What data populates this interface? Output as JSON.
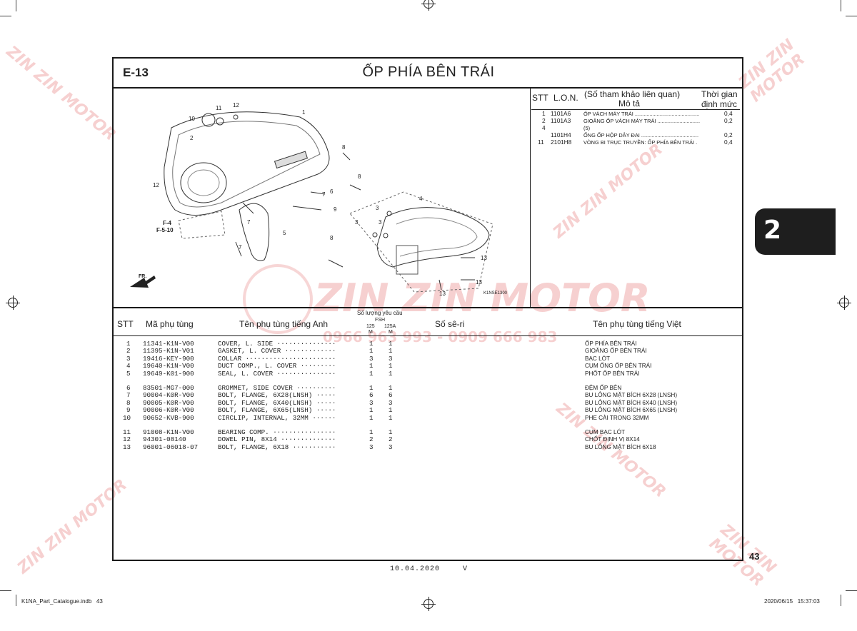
{
  "page": {
    "code": "E-13",
    "title": "ỐP PHÍA BÊN TRÁI",
    "section_tab": "2",
    "page_number": "43",
    "footer_date": "10.04.2020",
    "footer_version": "V",
    "file_left": "K1NA_Part_Catalogue.indb   43",
    "file_right": "2020/06/15   15:37:03"
  },
  "watermark": {
    "brand": "ZIN ZIN MOTOR",
    "phones": "0966 963 993 - 0909 666 983"
  },
  "diagram": {
    "figure_code": "K1NSE1300",
    "front_label": "FR.",
    "ref_f4": "F-4",
    "ref_f510": "F-5-10",
    "callouts": [
      "1",
      "2",
      "3",
      "3",
      "3",
      "4",
      "5",
      "6",
      "7",
      "7",
      "7",
      "8",
      "8",
      "8",
      "9",
      "10",
      "11",
      "12",
      "12",
      "13",
      "13",
      "13"
    ]
  },
  "lon_table": {
    "headers": {
      "stt": "STT",
      "lon": "L.O.N.",
      "desc_top": "(Số tham khảo liên quan)",
      "desc_bottom": "Mô tả",
      "time_top": "Thời gian",
      "time_bottom": "định mức"
    },
    "rows": [
      {
        "stt": "1",
        "lon": "1101A6",
        "desc": "ỐP VÁCH MÁY TRÁI ............................................",
        "time": "0,4"
      },
      {
        "stt": "2",
        "lon": "1101A3",
        "desc": "GIOĂNG ỐP VÁCH MÁY TRÁI .............................",
        "time": "0,2"
      },
      {
        "stt": "4",
        "lon": "",
        "desc": "(5)",
        "time": ""
      },
      {
        "stt": "",
        "lon": "1101H4",
        "desc": "ỐNG ỐP HỘP DÂY ĐAI .......................................",
        "time": "0,2"
      },
      {
        "stt": "11",
        "lon": "2101H8",
        "desc": "VÒNG BI TRỤC TRUYỀN: ỐP PHÍA BÊN TRÁI .",
        "time": "0,4"
      }
    ]
  },
  "parts_table": {
    "headers": {
      "stt": "STT",
      "part_no": "Mã phụ tùng",
      "name_en": "Tên phụ tùng tiếng Anh",
      "qty": "Số lượng yêu cầu",
      "qty_model": "FSH",
      "qty_col1_a": "125",
      "qty_col1_b": "M",
      "qty_col2_a": "125A",
      "qty_col2_b": "M",
      "serial": "Số sê-ri",
      "name_vi": "Tên phụ tùng tiếng Việt"
    },
    "groups": [
      [
        {
          "stt": "1",
          "part_no": "11341-K1N-V00",
          "name_en": "COVER, L. SIDE ···············",
          "q1": "1",
          "q2": "1",
          "name_vi": "ỐP PHÍA BÊN TRÁI"
        },
        {
          "stt": "2",
          "part_no": "11395-K1N-V01",
          "name_en": "GASKET, L. COVER ·············",
          "q1": "1",
          "q2": "1",
          "name_vi": "GIOĂNG ỐP BÊN TRÁI"
        },
        {
          "stt": "3",
          "part_no": "19416-KEY-900",
          "name_en": "COLLAR ·······················",
          "q1": "3",
          "q2": "3",
          "name_vi": "BẠC LÓT"
        },
        {
          "stt": "4",
          "part_no": "19640-K1N-V00",
          "name_en": "DUCT COMP., L. COVER ·········",
          "q1": "1",
          "q2": "1",
          "name_vi": "CỤM ỐNG ỐP BÊN TRÁI"
        },
        {
          "stt": "5",
          "part_no": "19649-K01-900",
          "name_en": "SEAL, L. COVER ···············",
          "q1": "1",
          "q2": "1",
          "name_vi": "PHỐT ỐP BÊN TRÁI"
        }
      ],
      [
        {
          "stt": "6",
          "part_no": "83501-MG7-000",
          "name_en": "GROMMET, SIDE COVER ··········",
          "q1": "1",
          "q2": "1",
          "name_vi": "ĐỆM ỐP BÊN"
        },
        {
          "stt": "7",
          "part_no": "90004-K0R-V00",
          "name_en": "BOLT, FLANGE, 6X28(LNSH) ·····",
          "q1": "6",
          "q2": "6",
          "name_vi": "BU LÔNG MẶT BÍCH 6X28 (LNSH)"
        },
        {
          "stt": "8",
          "part_no": "90005-K0R-V00",
          "name_en": "BOLT, FLANGE, 6X40(LNSH) ·····",
          "q1": "3",
          "q2": "3",
          "name_vi": "BU LÔNG MẶT BÍCH 6X40 (LNSH)"
        },
        {
          "stt": "9",
          "part_no": "90006-K0R-V00",
          "name_en": "BOLT, FLANGE, 6X65(LNSH) ·····",
          "q1": "1",
          "q2": "1",
          "name_vi": "BU LÔNG MẶT BÍCH 6X65 (LNSH)"
        },
        {
          "stt": "10",
          "part_no": "90652-KVB-900",
          "name_en": "CIRCLIP, INTERNAL, 32MM ······",
          "q1": "1",
          "q2": "1",
          "name_vi": "PHE CÀI TRONG 32MM"
        }
      ],
      [
        {
          "stt": "11",
          "part_no": "91008-K1N-V00",
          "name_en": "BEARING COMP. ················",
          "q1": "1",
          "q2": "1",
          "name_vi": "CỤM BẠC LÓT"
        },
        {
          "stt": "12",
          "part_no": "94301-08140",
          "name_en": "DOWEL PIN, 8X14 ··············",
          "q1": "2",
          "q2": "2",
          "name_vi": "CHỐT ĐỊNH VỊ 8X14"
        },
        {
          "stt": "13",
          "part_no": "96001-06018-07",
          "name_en": "BOLT, FLANGE, 6X18 ···········",
          "q1": "3",
          "q2": "3",
          "name_vi": "BU LÔNG MẶT BÍCH 6X18"
        }
      ]
    ]
  }
}
